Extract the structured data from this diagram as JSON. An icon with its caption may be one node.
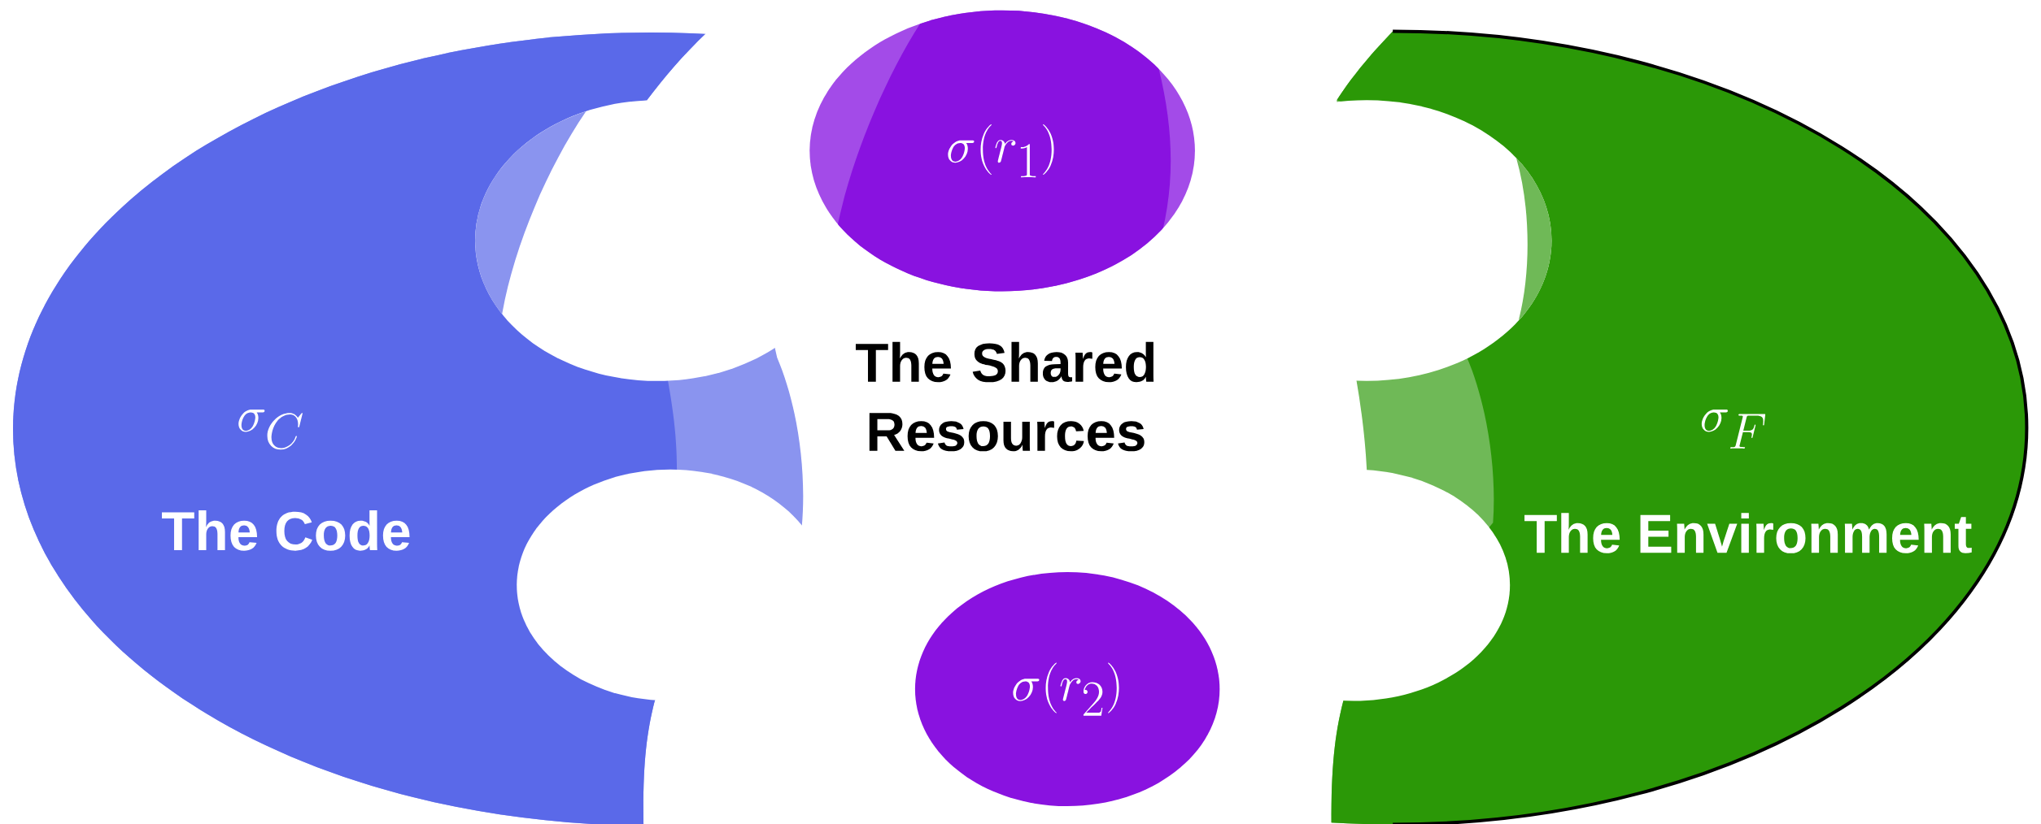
{
  "diagram": {
    "nodes": [
      {
        "text": [
          "\\sigma_C",
          "The Code"
        ]
      },
      {
        "text": [
          "\\sigma(r_1)"
        ]
      },
      {
        "text": [
          "\\sigma(r_2)"
        ]
      },
      {
        "text": [
          "\\sigma_F",
          "The Environment"
        ]
      }
    ],
    "labels": [
      "The Shared Resources"
    ]
  }
}
